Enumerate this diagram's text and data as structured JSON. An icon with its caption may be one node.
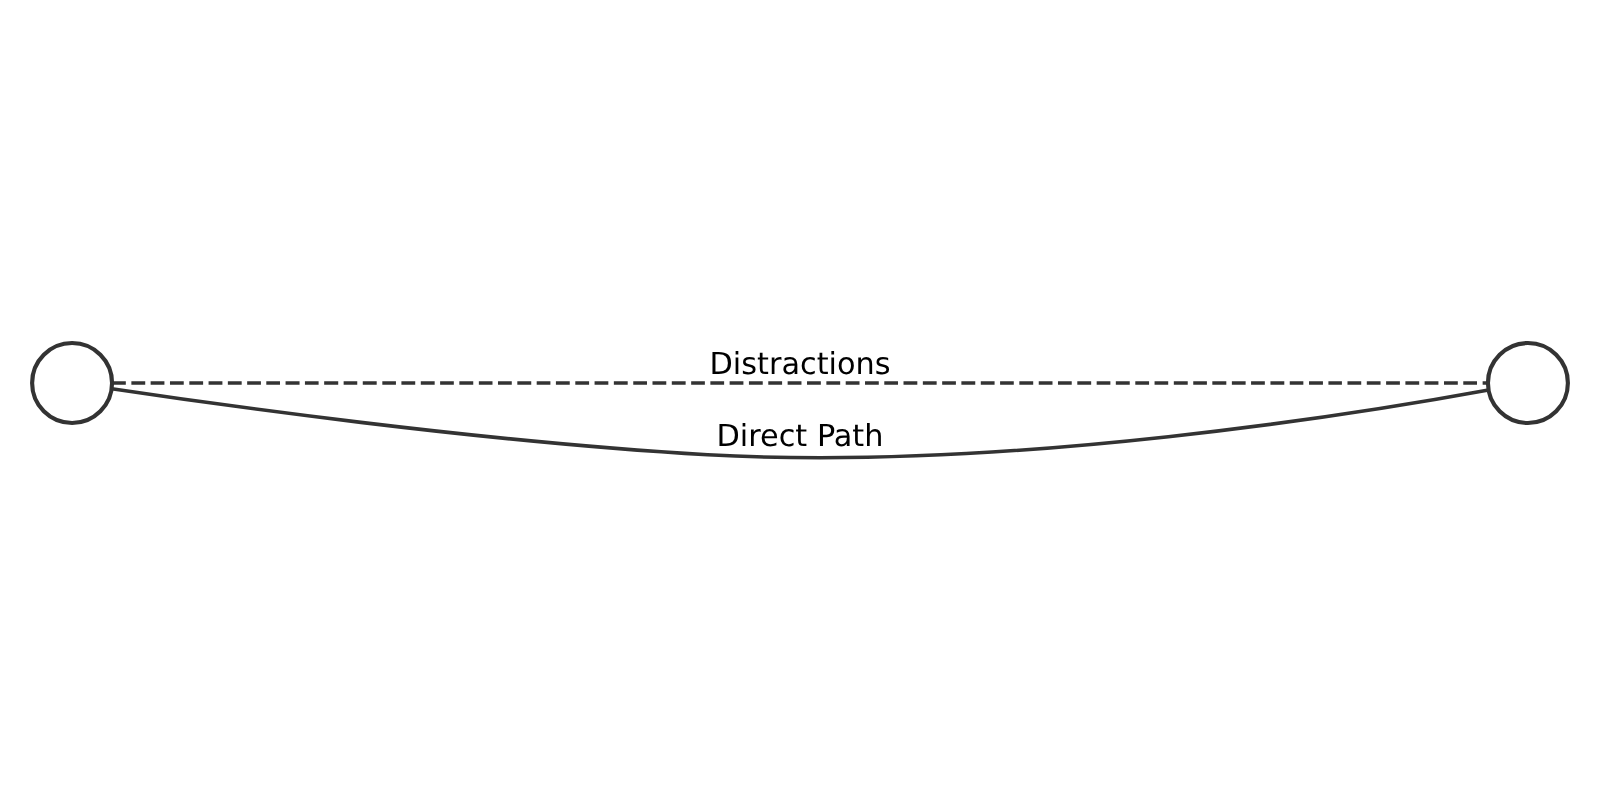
{
  "diagram": {
    "nodes": [
      {
        "text": [],
        "shape": "circle"
      },
      {
        "text": [],
        "shape": "circle"
      }
    ],
    "edges": [
      {
        "from": 0,
        "to": 1,
        "arrow": "none",
        "label": "Distractions",
        "style": "dashed"
      },
      {
        "from": 0,
        "to": 1,
        "arrow": "none",
        "label": "Direct Path"
      }
    ]
  }
}
